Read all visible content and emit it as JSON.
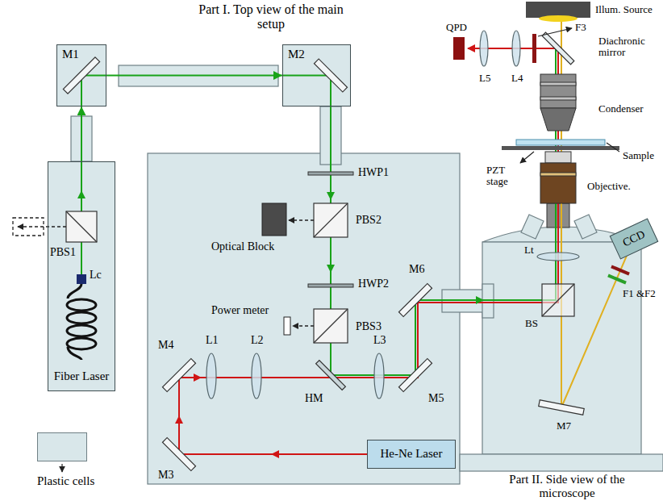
{
  "diagram": {
    "nodes": [
      {
        "text": [
          "M1"
        ]
      },
      {
        "text": [
          "M2"
        ]
      },
      {
        "text": [
          "Fiber Laser"
        ]
      },
      {
        "text": [
          "CCD"
        ]
      },
      {
        "text": [
          "He-Ne Laser"
        ]
      }
    ],
    "edges": [
      {
        "from": 2,
        "to": 0,
        "arrow": "to"
      },
      {
        "from": 0,
        "to": 1,
        "arrow": "to"
      }
    ],
    "labels": [
      "Part I. Top view of the main setup",
      "Illum. Source",
      "F3",
      "QPD",
      "Diachronic mirror",
      "L5",
      "L4",
      "Condenser",
      "Sample",
      "HWP1",
      "PBS2",
      "PZT stage",
      "Objective.",
      "Optical Block",
      "Lt",
      "PBS1",
      "Lc",
      "M6",
      "HWP2",
      "Power meter",
      "PBS3",
      "BS",
      "F1 &F2",
      "L1",
      "L2",
      "L3",
      "M4",
      "HM",
      "M5",
      "M7",
      "M3",
      "Part II. Side view of the microscope"
    ],
    "legend": [
      {
        "text": "Plastic cells",
        "color": "#d9e7ea"
      }
    ]
  }
}
